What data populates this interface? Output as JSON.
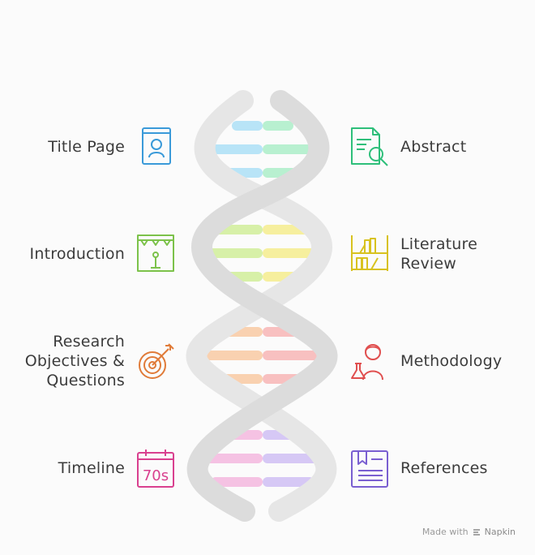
{
  "items": {
    "title_page": {
      "label": "Title Page",
      "icon": "book-person-icon",
      "color": "#3a9ad9"
    },
    "abstract": {
      "label": "Abstract",
      "icon": "document-search-icon",
      "color": "#2ebf7a"
    },
    "introduction": {
      "label": "Introduction",
      "icon": "stage-microphone-icon",
      "color": "#7cc24a"
    },
    "literature_review": {
      "label": "Literature\nReview",
      "icon": "bookshelf-icon",
      "color": "#d8c21f"
    },
    "research_objectives": {
      "label": "Research\nObjectives &\nQuestions",
      "icon": "target-arrow-icon",
      "color": "#e07b39"
    },
    "methodology": {
      "label": "Methodology",
      "icon": "scientist-flask-icon",
      "color": "#e04f4f"
    },
    "timeline": {
      "label": "Timeline",
      "icon": "calendar-70s-icon",
      "color": "#d9408f",
      "icon_text": "70s"
    },
    "references": {
      "label": "References",
      "icon": "notebook-icon",
      "color": "#7a5fd1"
    }
  },
  "band_colors": [
    "#b8e4f7",
    "#b8f0d0",
    "#d7f0a8",
    "#f6ef9e",
    "#f9d1b0",
    "#f8c0c0",
    "#f5c2e3",
    "#d6c8f5"
  ],
  "footer": {
    "made_with": "Made with",
    "brand": "Napkin"
  }
}
